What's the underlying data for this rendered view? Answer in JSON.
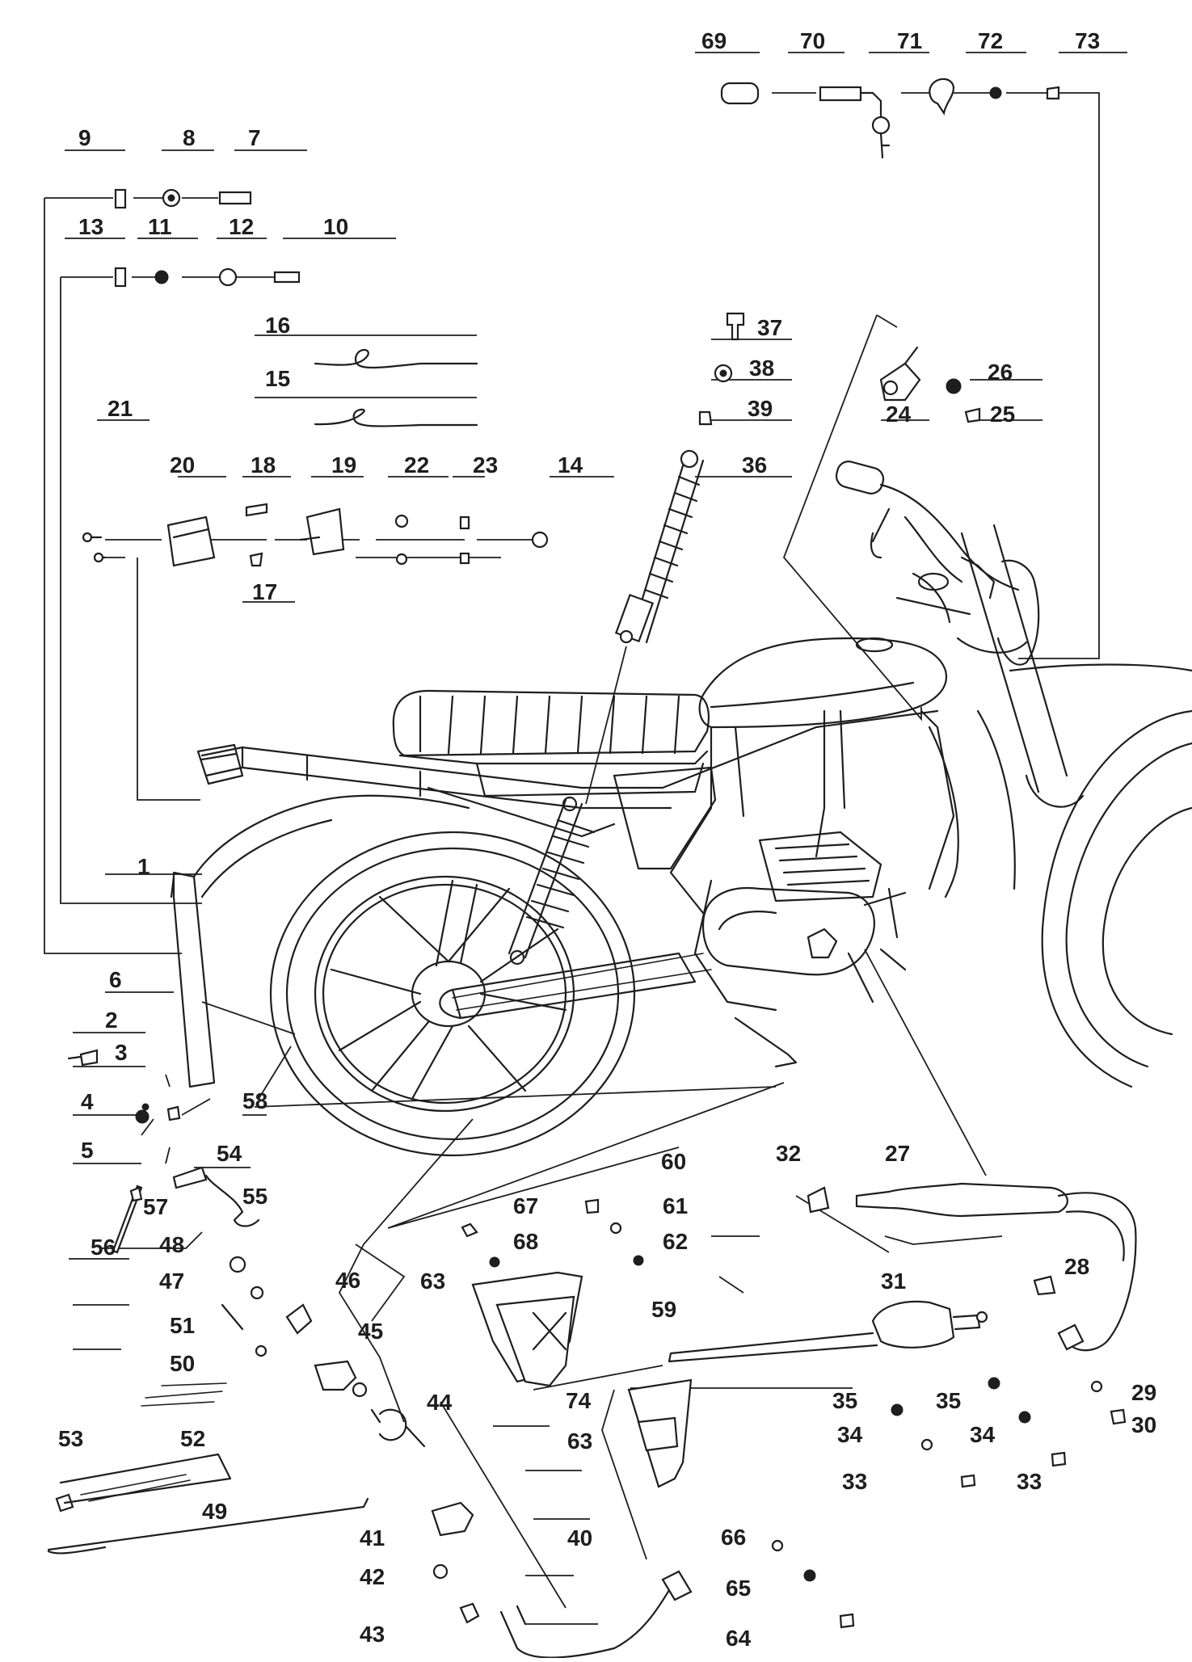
{
  "diagram": {
    "ink_color": "#1e1e1e",
    "paper_color": "#ffffff",
    "labels": {
      "p1": "1",
      "p2": "2",
      "p3": "3",
      "p4": "4",
      "p5": "5",
      "p6": "6",
      "p7": "7",
      "p8": "8",
      "p9": "9",
      "p10": "10",
      "p11": "11",
      "p12": "12",
      "p13": "13",
      "p14": "14",
      "p15": "15",
      "p16": "16",
      "p17": "17",
      "p18": "18",
      "p19": "19",
      "p20": "20",
      "p21": "21",
      "p22": "22",
      "p23": "23",
      "p24": "24",
      "p25": "25",
      "p26": "26",
      "p27": "27",
      "p28": "28",
      "p29": "29",
      "p30": "30",
      "p31": "31",
      "p32": "32",
      "p33": "33",
      "p34": "34",
      "p35": "35",
      "p36": "36",
      "p37": "37",
      "p38": "38",
      "p39": "39",
      "p40": "40",
      "p41": "41",
      "p42": "42",
      "p43": "43",
      "p44": "44",
      "p45": "45",
      "p46": "46",
      "p47": "47",
      "p48": "48",
      "p49": "49",
      "p50": "50",
      "p51": "51",
      "p52": "52",
      "p53": "53",
      "p54": "54",
      "p55": "55",
      "p56": "56",
      "p57": "57",
      "p58": "58",
      "p59": "59",
      "p60": "60",
      "p61": "61",
      "p62": "62",
      "p63": "63",
      "p64": "64",
      "p65": "65",
      "p66": "66",
      "p67": "67",
      "p68": "68",
      "p69": "69",
      "p70": "70",
      "p71": "71",
      "p72": "72",
      "p73": "73",
      "p74": "74"
    }
  }
}
